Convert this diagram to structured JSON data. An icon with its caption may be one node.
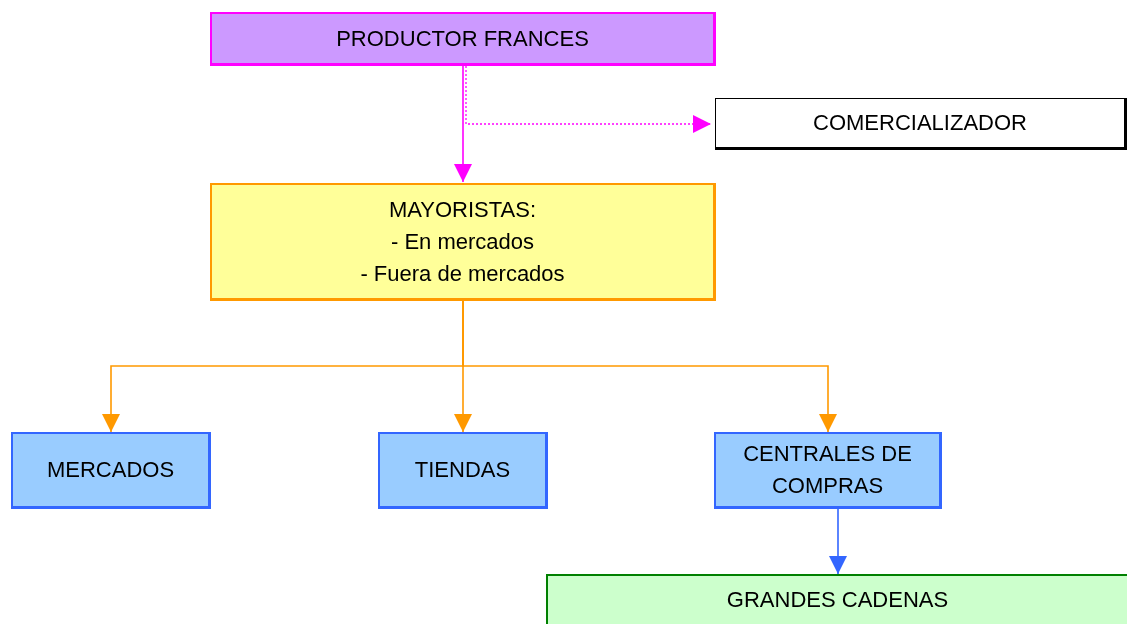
{
  "diagram": {
    "nodes": [
      {
        "text": [
          "PRODUCTOR FRANCES"
        ]
      },
      {
        "text": [
          "COMERCIALIZADOR"
        ]
      },
      {
        "text": [
          "MAYORISTAS:",
          "- En mercados",
          "- Fuera de mercados"
        ]
      },
      {
        "text": [
          "MERCADOS"
        ]
      },
      {
        "text": [
          "TIENDAS"
        ]
      },
      {
        "text": [
          "CENTRALES DE COMPRAS"
        ]
      },
      {
        "text": [
          "GRANDES CADENAS"
        ]
      }
    ],
    "edges": [
      {
        "from": 0,
        "to": 2,
        "arrow": "to",
        "color": "#ff00ff"
      },
      {
        "from": 0,
        "to": 1,
        "arrow": "to",
        "style": "dashed",
        "color": "#ff00ff"
      },
      {
        "from": 2,
        "to": 3,
        "arrow": "to"
      },
      {
        "from": 2,
        "to": 4,
        "arrow": "to"
      },
      {
        "from": 2,
        "to": 5,
        "arrow": "to"
      },
      {
        "from": 5,
        "to": 6,
        "arrow": "to",
        "color": "#3366ff"
      }
    ]
  }
}
